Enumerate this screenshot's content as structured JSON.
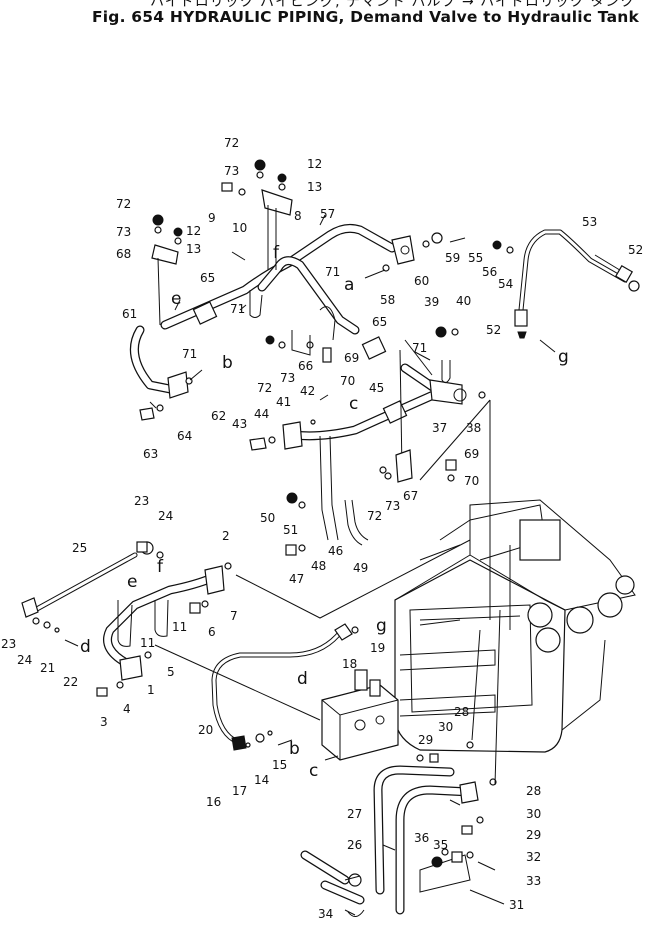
{
  "header": {
    "title_jp": "ハイドロリック パイピング, デマンド バルブ → ハイドロリック タンク",
    "title": "Fig. 654  HYDRAULIC PIPING, Demand Valve to Hydraulic Tank"
  },
  "callouts": [
    {
      "id": "c72a",
      "text": "72"
    },
    {
      "id": "c73a",
      "text": "73"
    },
    {
      "id": "c12a",
      "text": "12"
    },
    {
      "id": "c13a",
      "text": "13"
    },
    {
      "id": "c9",
      "text": "9"
    },
    {
      "id": "c10",
      "text": "10"
    },
    {
      "id": "c8",
      "text": "8"
    },
    {
      "id": "c57",
      "text": "57"
    },
    {
      "id": "c72b",
      "text": "72"
    },
    {
      "id": "c12b",
      "text": "12"
    },
    {
      "id": "c73b",
      "text": "73"
    },
    {
      "id": "c13b",
      "text": "13"
    },
    {
      "id": "c68",
      "text": "68"
    },
    {
      "id": "c59",
      "text": "59"
    },
    {
      "id": "c60",
      "text": "60"
    },
    {
      "id": "c53",
      "text": "53"
    },
    {
      "id": "c55",
      "text": "55"
    },
    {
      "id": "c56",
      "text": "56"
    },
    {
      "id": "c52a",
      "text": "52"
    },
    {
      "id": "c54",
      "text": "54"
    },
    {
      "id": "c71a",
      "text": "71"
    },
    {
      "id": "c58",
      "text": "58"
    },
    {
      "id": "c65a",
      "text": "65"
    },
    {
      "id": "c71b",
      "text": "71"
    },
    {
      "id": "c39",
      "text": "39"
    },
    {
      "id": "c40",
      "text": "40"
    },
    {
      "id": "c52b",
      "text": "52"
    },
    {
      "id": "c61",
      "text": "61"
    },
    {
      "id": "c65b",
      "text": "65"
    },
    {
      "id": "c71c",
      "text": "71"
    },
    {
      "id": "c66",
      "text": "66"
    },
    {
      "id": "c69a",
      "text": "69"
    },
    {
      "id": "c71d",
      "text": "71"
    },
    {
      "id": "c72c",
      "text": "72"
    },
    {
      "id": "c73c",
      "text": "73"
    },
    {
      "id": "c70a",
      "text": "70"
    },
    {
      "id": "c62",
      "text": "62"
    },
    {
      "id": "c42",
      "text": "42"
    },
    {
      "id": "c45",
      "text": "45"
    },
    {
      "id": "c37",
      "text": "37"
    },
    {
      "id": "c38",
      "text": "38"
    },
    {
      "id": "c41",
      "text": "41"
    },
    {
      "id": "c44",
      "text": "44"
    },
    {
      "id": "c43",
      "text": "43"
    },
    {
      "id": "c63",
      "text": "63"
    },
    {
      "id": "c64",
      "text": "64"
    },
    {
      "id": "c69b",
      "text": "69"
    },
    {
      "id": "c70b",
      "text": "70"
    },
    {
      "id": "c72d",
      "text": "72"
    },
    {
      "id": "c73d",
      "text": "73"
    },
    {
      "id": "c67",
      "text": "67"
    },
    {
      "id": "c23a",
      "text": "23"
    },
    {
      "id": "c24a",
      "text": "24"
    },
    {
      "id": "c50",
      "text": "50"
    },
    {
      "id": "c51",
      "text": "51"
    },
    {
      "id": "c25",
      "text": "25"
    },
    {
      "id": "c2",
      "text": "2"
    },
    {
      "id": "c46",
      "text": "46"
    },
    {
      "id": "c47",
      "text": "47"
    },
    {
      "id": "c48",
      "text": "48"
    },
    {
      "id": "c49",
      "text": "49"
    },
    {
      "id": "c7",
      "text": "7"
    },
    {
      "id": "c6",
      "text": "6"
    },
    {
      "id": "c11a",
      "text": "11"
    },
    {
      "id": "c11b",
      "text": "11"
    },
    {
      "id": "c23b",
      "text": "23"
    },
    {
      "id": "c24b",
      "text": "24"
    },
    {
      "id": "c21",
      "text": "21"
    },
    {
      "id": "c22",
      "text": "22"
    },
    {
      "id": "c19",
      "text": "19"
    },
    {
      "id": "c18",
      "text": "18"
    },
    {
      "id": "c5",
      "text": "5"
    },
    {
      "id": "c1",
      "text": "1"
    },
    {
      "id": "c4",
      "text": "4"
    },
    {
      "id": "c3",
      "text": "3"
    },
    {
      "id": "c20",
      "text": "20"
    },
    {
      "id": "c28a",
      "text": "28"
    },
    {
      "id": "c30a",
      "text": "30"
    },
    {
      "id": "c29a",
      "text": "29"
    },
    {
      "id": "c15",
      "text": "15"
    },
    {
      "id": "c14",
      "text": "14"
    },
    {
      "id": "c17",
      "text": "17"
    },
    {
      "id": "c16",
      "text": "16"
    },
    {
      "id": "c28b",
      "text": "28"
    },
    {
      "id": "c30b",
      "text": "30"
    },
    {
      "id": "c29b",
      "text": "29"
    },
    {
      "id": "c27",
      "text": "27"
    },
    {
      "id": "c26",
      "text": "26"
    },
    {
      "id": "c36",
      "text": "36"
    },
    {
      "id": "c35",
      "text": "35"
    },
    {
      "id": "c32",
      "text": "32"
    },
    {
      "id": "c33",
      "text": "33"
    },
    {
      "id": "c31",
      "text": "31"
    },
    {
      "id": "c34",
      "text": "34"
    }
  ],
  "reference_letters": [
    {
      "id": "la1",
      "text": "a"
    },
    {
      "id": "lf1",
      "text": "f"
    },
    {
      "id": "le1",
      "text": "e"
    },
    {
      "id": "lb1",
      "text": "b"
    },
    {
      "id": "lc1",
      "text": "c"
    },
    {
      "id": "lg1",
      "text": "g"
    },
    {
      "id": "le2",
      "text": "e"
    },
    {
      "id": "lf2",
      "text": "f"
    },
    {
      "id": "ld1",
      "text": "d"
    },
    {
      "id": "lg2",
      "text": "g"
    },
    {
      "id": "ld2",
      "text": "d"
    },
    {
      "id": "lb2",
      "text": "b"
    },
    {
      "id": "lc2",
      "text": "c"
    }
  ]
}
